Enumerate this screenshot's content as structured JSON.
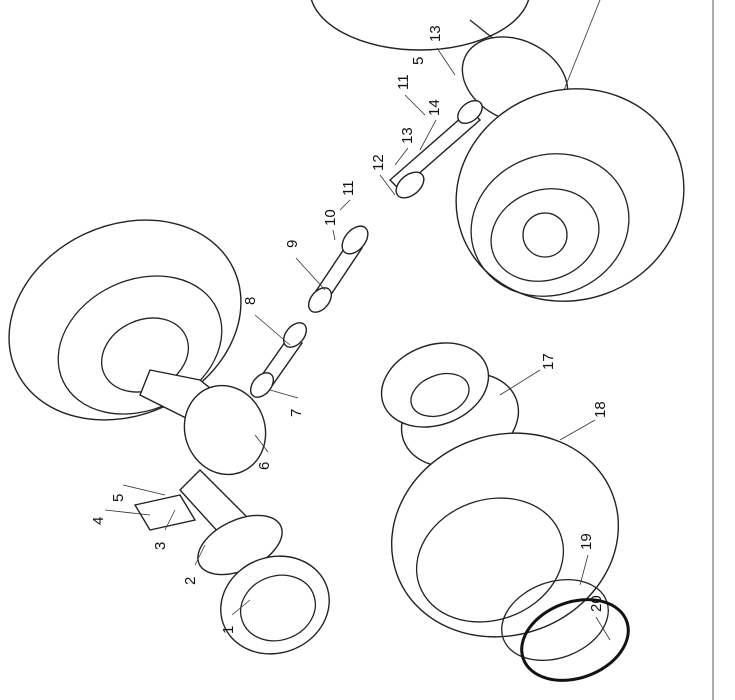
{
  "diagram": {
    "type": "exploded-parts-diagram",
    "callouts": [
      "1",
      "2",
      "3",
      "4",
      "5",
      "6",
      "7",
      "8",
      "9",
      "10",
      "11",
      "12",
      "13",
      "14",
      "11",
      "13",
      "5",
      "17",
      "18",
      "19",
      "20"
    ]
  }
}
